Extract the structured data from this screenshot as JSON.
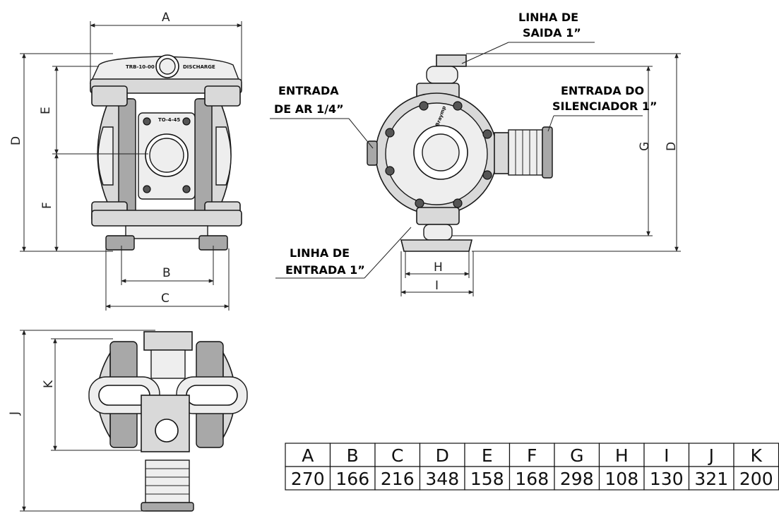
{
  "views": {
    "front": {
      "dimension_labels": {
        "A": "A",
        "B": "B",
        "C": "C",
        "D": "D",
        "E": "E",
        "F": "F"
      },
      "manifold_text": "DISCHARGE",
      "manifold_code": "TRB-10-00",
      "plate_code": "TO-4-45"
    },
    "side": {
      "dimension_labels": {
        "G": "G",
        "D": "D",
        "H": "H",
        "I": "I"
      },
      "brand_text": "Braymp",
      "callouts": {
        "outlet_line": [
          "LINHA DE",
          "SAIDA 1”"
        ],
        "air_inlet": [
          "ENTRADA",
          "DE AR 1/4”"
        ],
        "muffler_inlet": [
          "ENTRADA DO",
          "SILENCIADOR 1”"
        ],
        "inlet_line": [
          "LINHA DE",
          "ENTRADA 1”"
        ]
      }
    },
    "top": {
      "dimension_labels": {
        "J": "J",
        "K": "K"
      }
    }
  },
  "dimension_table": {
    "headers": [
      "A",
      "B",
      "C",
      "D",
      "E",
      "F",
      "G",
      "H",
      "I",
      "J",
      "K"
    ],
    "values": [
      "270",
      "166",
      "216",
      "348",
      "158",
      "168",
      "298",
      "108",
      "130",
      "321",
      "200"
    ]
  }
}
